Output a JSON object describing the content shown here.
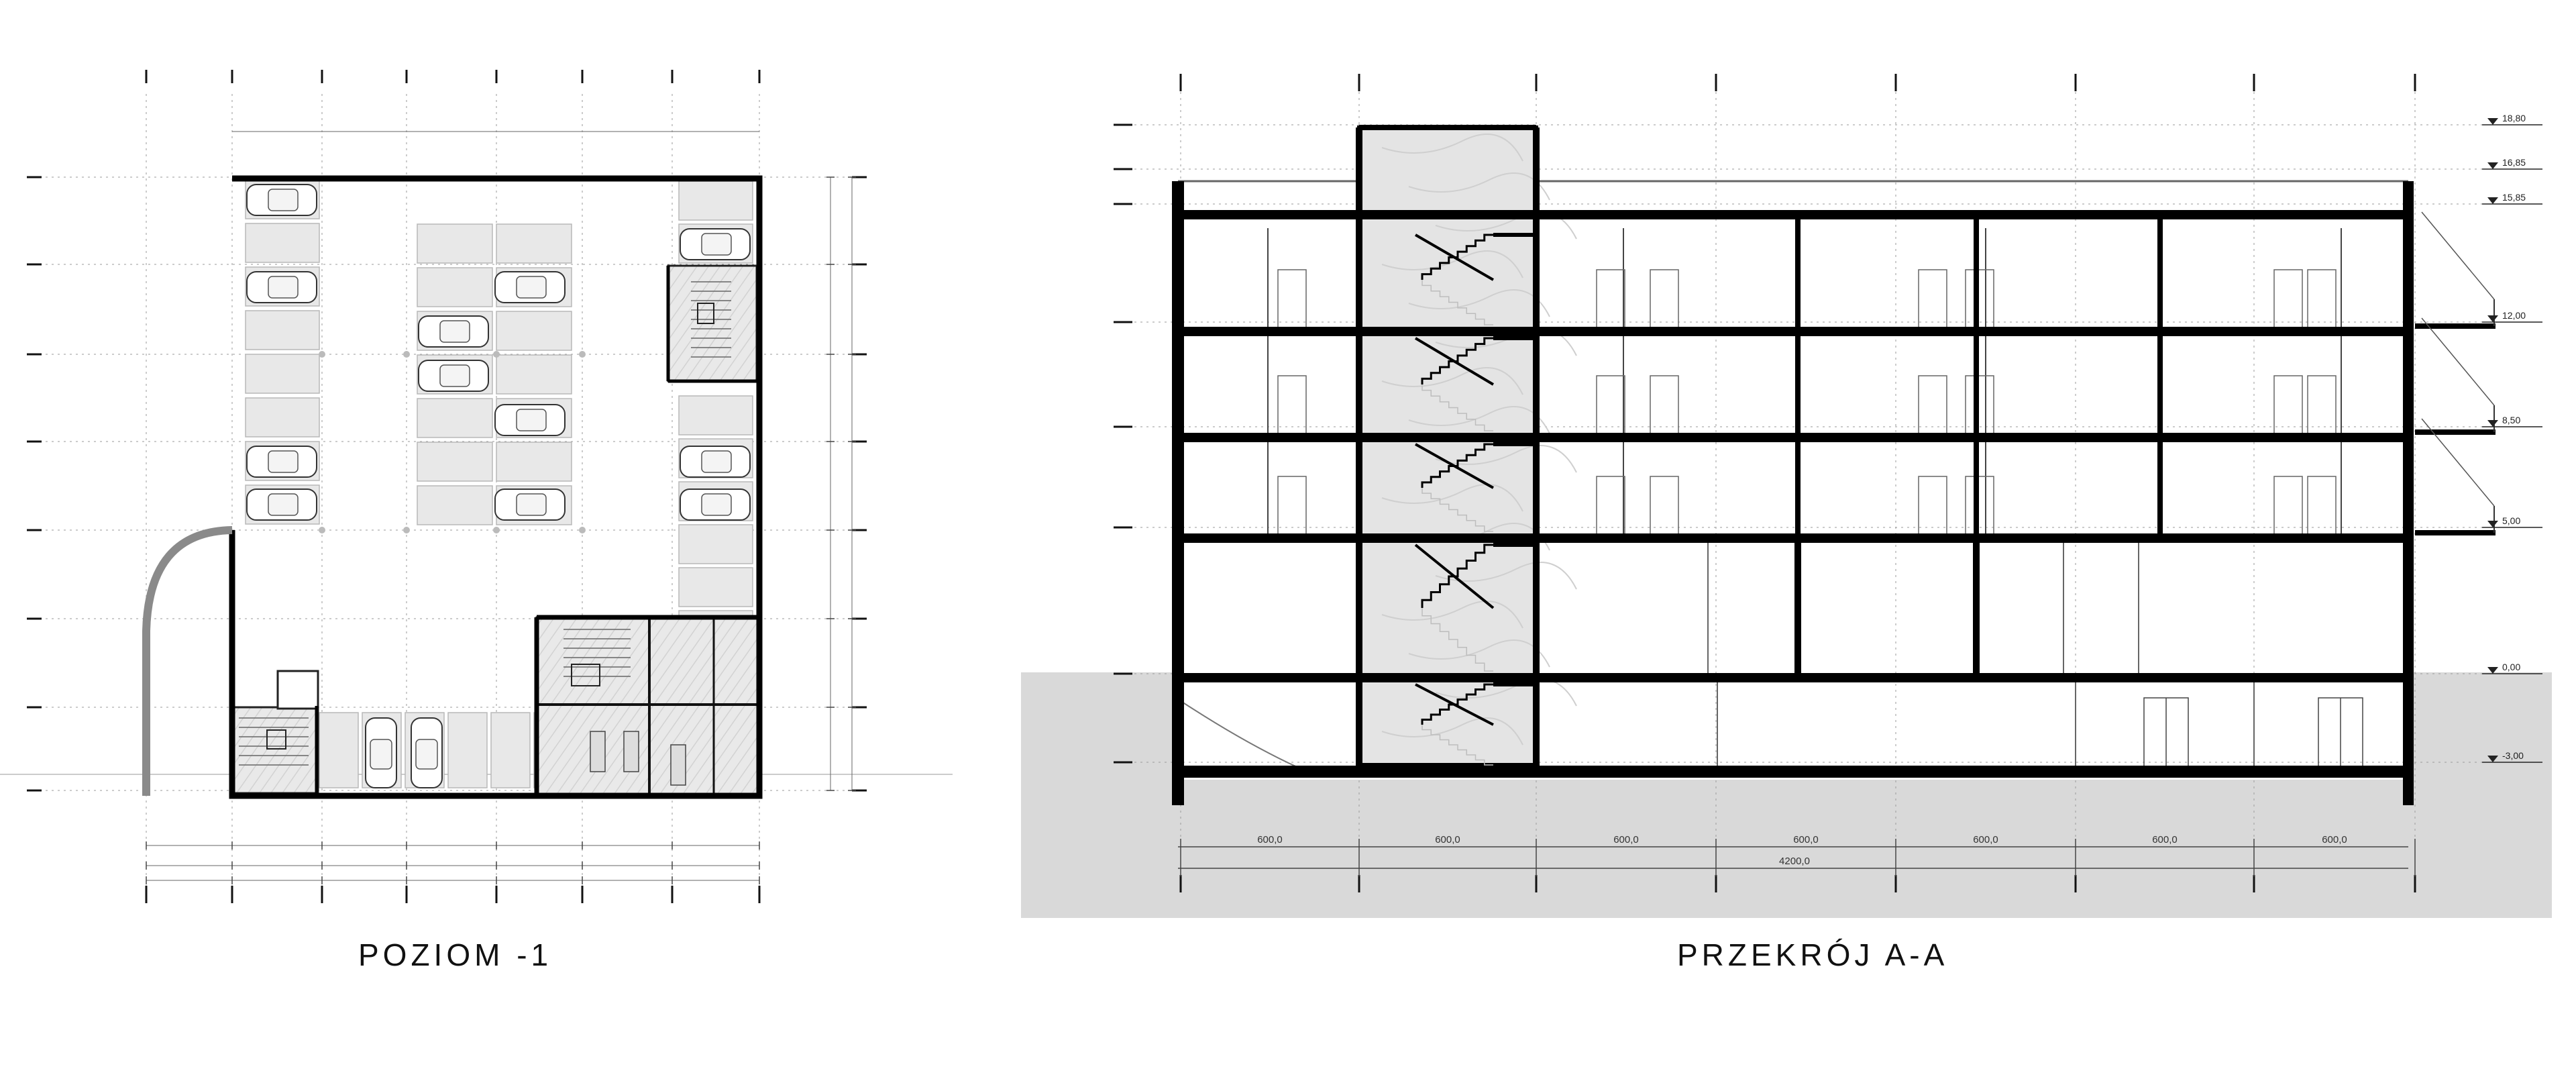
{
  "plan": {
    "title": "POZIOM -1"
  },
  "section": {
    "title": "PRZEKRÓJ A-A",
    "levels": [
      "18,80",
      "16,85",
      "15,85",
      "12,00",
      "8,50",
      "5,00",
      "0,00",
      "-3,00"
    ],
    "bay_dimensions": [
      "600,0",
      "600,0",
      "600,0",
      "600,0",
      "600,0",
      "600,0",
      "600,0"
    ],
    "total_dimension": "4200,0"
  }
}
